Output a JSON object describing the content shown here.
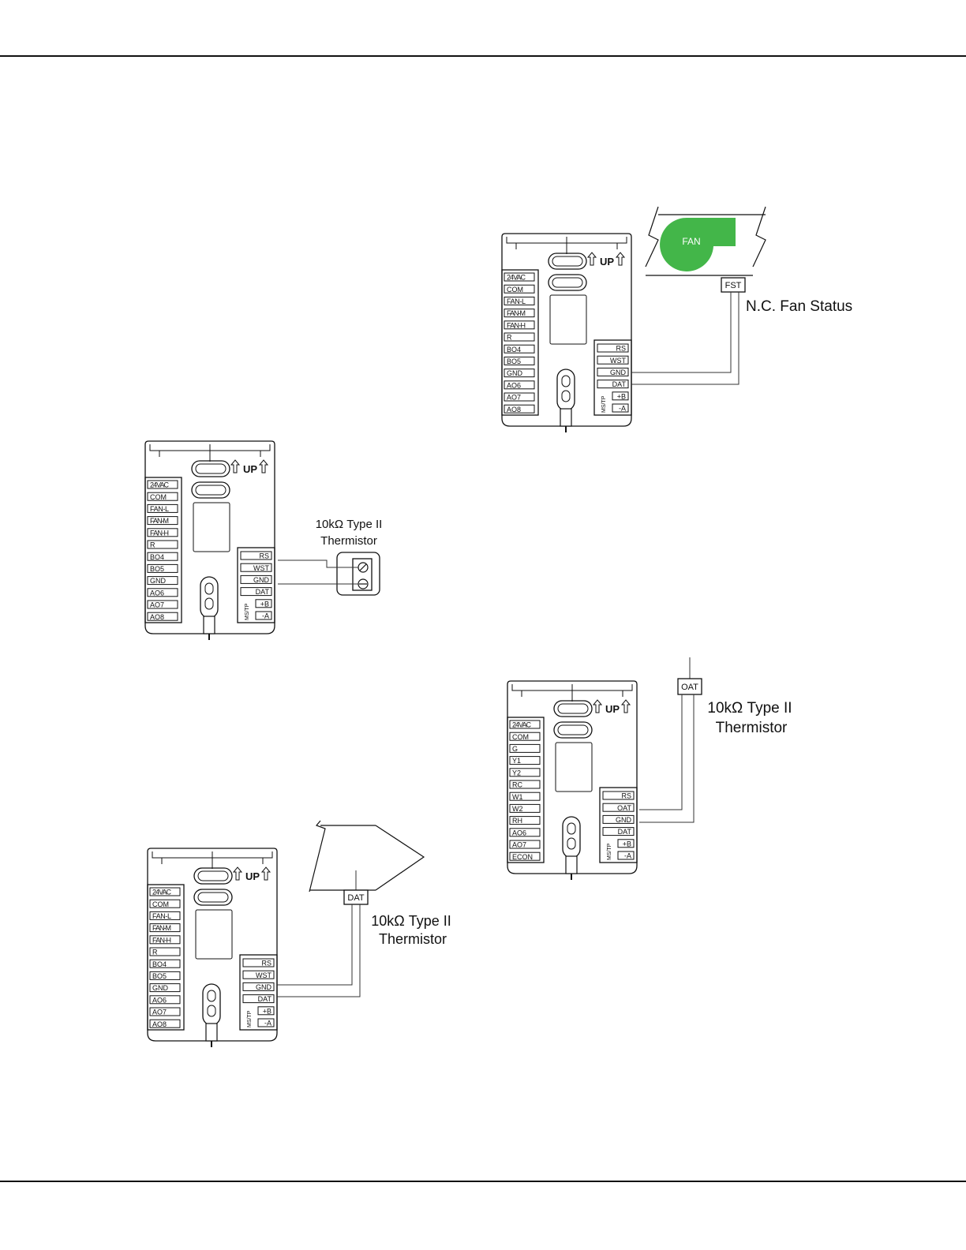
{
  "controllers": {
    "left_pins": [
      "24VAC",
      "COM",
      "FAN-L",
      "FAN-M",
      "FAN-H",
      "R",
      "BO4",
      "BO5",
      "GND",
      "AO6",
      "AO7",
      "AO8"
    ],
    "left_pins_rtu": [
      "24VAC",
      "COM",
      "G",
      "Y1",
      "Y2",
      "RC",
      "W1",
      "W2",
      "RH",
      "AO6",
      "AO7",
      "ECON"
    ],
    "right_pins_fst": [
      "RS",
      "WST",
      "GND",
      "DAT",
      "+B",
      "-A"
    ],
    "right_pins_oat": [
      "RS",
      "OAT",
      "GND",
      "DAT",
      "+B",
      "-A"
    ],
    "up_label": "UP",
    "bus_label": "MS/TP"
  },
  "diagrams": {
    "fan_status": {
      "fan_label": "FAN",
      "sensor_label": "FST",
      "caption": "N.C. Fan Status",
      "fan_color": "#43b649"
    },
    "wall_thermistor": {
      "caption_line1": "10kΩ Type II",
      "caption_line2": "Thermistor"
    },
    "outside_air": {
      "sensor_label": "OAT",
      "caption_line1": "10kΩ Type II",
      "caption_line2": "Thermistor"
    },
    "discharge_air": {
      "sensor_label": "DAT",
      "caption_line1": "10kΩ Type II",
      "caption_line2": "Thermistor"
    }
  }
}
